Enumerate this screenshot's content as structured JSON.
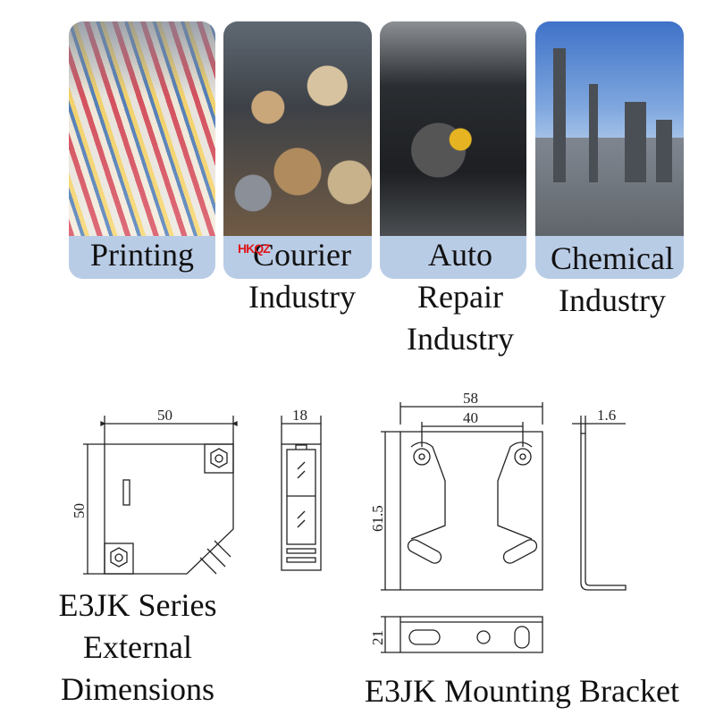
{
  "industries": [
    {
      "line1": "Printing",
      "line2": "",
      "line3": ""
    },
    {
      "line1": "Courier",
      "line2": "Industry",
      "line3": ""
    },
    {
      "line1": "Auto",
      "line2": "Repair",
      "line3": "Industry"
    },
    {
      "line1": "Chemical",
      "line2": "Industry",
      "line3": ""
    }
  ],
  "watermark": "HKQZ",
  "sensor_dims": {
    "width": "50",
    "height": "50",
    "depth": "18"
  },
  "bracket_dims": {
    "total_width": "58",
    "hole_spacing": "40",
    "height": "61.5",
    "thickness": "1.6",
    "base": "21"
  },
  "captions": {
    "sensor_line1": "E3JK Series",
    "sensor_line2": "External",
    "sensor_line3": "Dimensions",
    "bracket": "E3JK Mounting Bracket"
  },
  "colors": {
    "card_band": "#b9cce6",
    "line": "#222222"
  }
}
